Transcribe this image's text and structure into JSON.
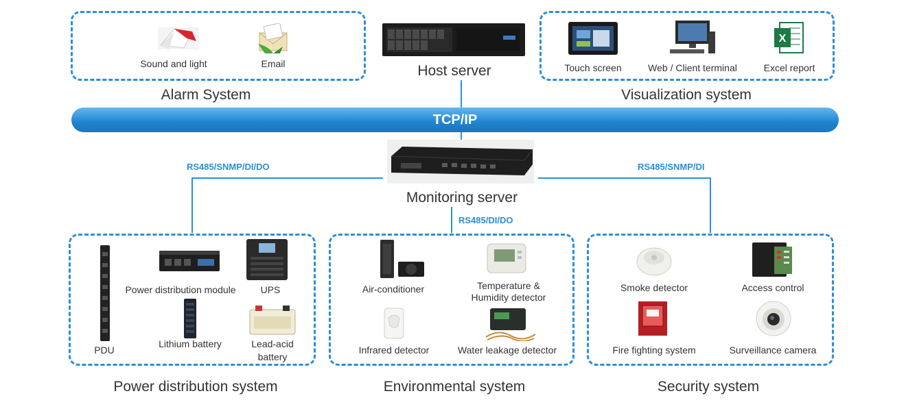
{
  "network": {
    "label": "TCP/IP"
  },
  "host": {
    "label": "Host server"
  },
  "monitor": {
    "label": "Monitoring server"
  },
  "protocols": {
    "left": "RS485/SNMP/DI/DO",
    "right": "RS485/SNMP/DI",
    "center": "RS485/DI/DO"
  },
  "alarm": {
    "title": "Alarm System",
    "items": [
      {
        "label": "Sound and light",
        "icon": "alarm-light-icon"
      },
      {
        "label": "Email",
        "icon": "email-icon"
      }
    ]
  },
  "visualization": {
    "title": "Visualization system",
    "items": [
      {
        "label": "Touch screen",
        "icon": "touch-screen-icon"
      },
      {
        "label": "Web / Client terminal",
        "icon": "desktop-terminal-icon"
      },
      {
        "label": "Excel report",
        "icon": "excel-icon"
      }
    ]
  },
  "power": {
    "title": "Power distribution system",
    "items": [
      {
        "label": "PDU",
        "icon": "pdu-icon"
      },
      {
        "label": "Power distribution module",
        "icon": "power-module-icon"
      },
      {
        "label": "UPS",
        "icon": "ups-icon"
      },
      {
        "label": "Lithium battery",
        "icon": "lithium-battery-icon"
      },
      {
        "label": "Lead-acid",
        "label2": "battery",
        "icon": "lead-acid-battery-icon"
      }
    ]
  },
  "environment": {
    "title": "Environmental system",
    "items": [
      {
        "label": "Air-conditioner",
        "icon": "air-conditioner-icon"
      },
      {
        "label": "Temperature &",
        "label2": "Humidity detector",
        "icon": "thermo-hygrometer-icon"
      },
      {
        "label": "Infrared detector",
        "icon": "infrared-detector-icon"
      },
      {
        "label": "Water leakage detector",
        "icon": "water-leak-detector-icon"
      }
    ]
  },
  "security": {
    "title": "Security system",
    "items": [
      {
        "label": "Smoke detector",
        "icon": "smoke-detector-icon"
      },
      {
        "label": "Access control",
        "icon": "access-control-icon"
      },
      {
        "label": "Fire fighting system",
        "icon": "fire-panel-icon"
      },
      {
        "label": "Surveillance camera",
        "icon": "dome-camera-icon"
      }
    ]
  },
  "colors": {
    "accent": "#2b8fd6",
    "bar": "#1f84cf",
    "text": "#333333"
  }
}
